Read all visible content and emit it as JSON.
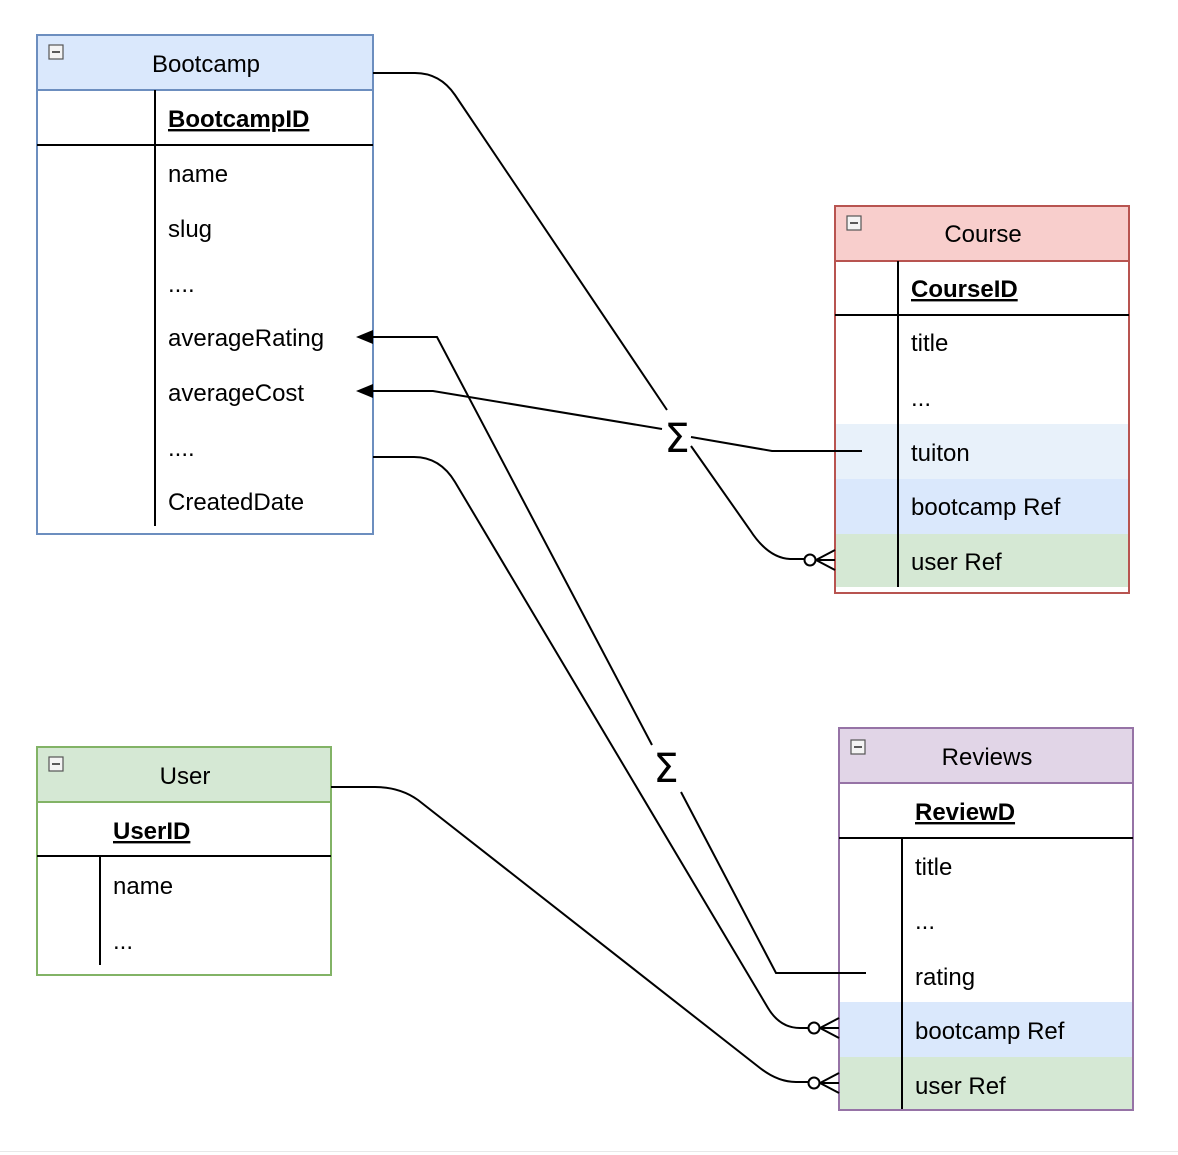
{
  "entities": {
    "bootcamp": {
      "title": "Bootcamp",
      "key": "BootcampID",
      "fields": [
        "name",
        "slug",
        "....",
        "averageRating",
        "averageCost",
        "....",
        "CreatedDate"
      ]
    },
    "course": {
      "title": "Course",
      "key": "CourseID",
      "fields": [
        "title",
        "...",
        "tuiton",
        "bootcamp Ref",
        "user Ref"
      ]
    },
    "user": {
      "title": "User",
      "key": "UserID",
      "fields": [
        "name",
        "..."
      ]
    },
    "reviews": {
      "title": "Reviews",
      "key": "ReviewD",
      "fields": [
        "title",
        "...",
        "rating",
        "bootcamp Ref",
        "user Ref"
      ]
    }
  },
  "symbols": {
    "sum": "Σ",
    "collapse_icon": "minus-box-icon"
  },
  "colors": {
    "blue_header": "#dae8fc",
    "blue_border": "#6c8ebf",
    "red_header": "#f8cecc",
    "red_border": "#b85450",
    "green_header": "#d5e8d4",
    "green_border": "#82b366",
    "purple_header": "#e1d5e7",
    "purple_border": "#9673a6",
    "light_blue_row": "#e8f1fa"
  }
}
